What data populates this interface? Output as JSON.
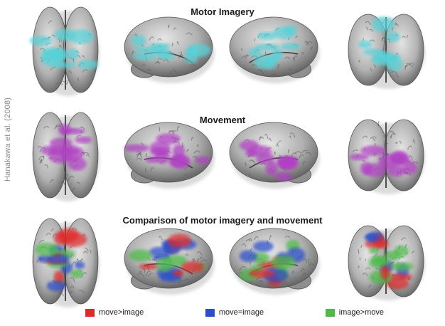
{
  "credit": "Hanakawa et al. (2008)",
  "rows": [
    {
      "title": "Motor Imagery",
      "overlay_colors": [
        "#56d2d8"
      ]
    },
    {
      "title": "Movement",
      "overlay_colors": [
        "#b13fc4"
      ]
    },
    {
      "title": "Comparison of motor imagery and movement",
      "overlay_colors": [
        "#e02a2a",
        "#2c4fc9",
        "#4dbb4a"
      ]
    }
  ],
  "views": [
    "top",
    "left-lateral",
    "right-lateral",
    "posterior"
  ],
  "legend": [
    {
      "label": "move>image",
      "color": "#e02a2a"
    },
    {
      "label": "move=image",
      "color": "#2c4fc9"
    },
    {
      "label": "image>move",
      "color": "#4dbb4a"
    }
  ]
}
